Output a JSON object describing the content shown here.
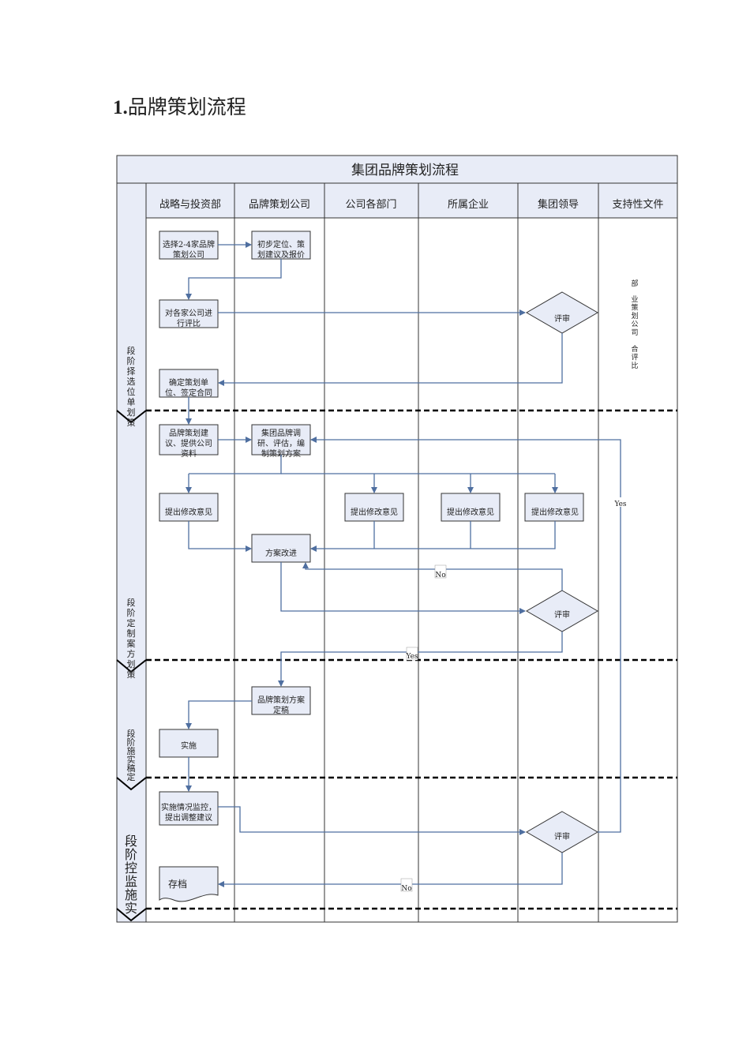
{
  "heading": {
    "number": "1.",
    "text": "品牌策划流程"
  },
  "chart_title": "集团品牌策划流程",
  "columns": [
    "战略与投资部",
    "品牌策划公司",
    "公司各部门",
    "所属企业",
    "集团领导",
    "支持性文件"
  ],
  "phases": [
    "段阶择选位单划策",
    "段阶定制案方划策",
    "段阶施实稿定",
    "段阶控监施实"
  ],
  "phase_chars": [
    [
      "段",
      "阶",
      "择",
      "选",
      "位",
      "单",
      "划",
      "策"
    ],
    [
      "段",
      "阶",
      "定",
      "制",
      "案",
      "方",
      "划",
      "策"
    ],
    [
      "段",
      "阶",
      "施",
      "实",
      "稿",
      "定"
    ],
    [
      "段",
      "阶",
      "控",
      "监",
      "施",
      "实"
    ]
  ],
  "boxes": {
    "select": [
      "选择2-4家品牌",
      "策划公司"
    ],
    "initial": [
      "初步定位、策",
      "划建议及报价"
    ],
    "compare": [
      "对各家公司进",
      "行评比"
    ],
    "confirm": [
      "确定策划单",
      "位、签定合同"
    ],
    "suggest": [
      "品牌策划建",
      "议、提供公司",
      "资料"
    ],
    "research": [
      "集团品牌调",
      "研、评估，编",
      "制策划方案"
    ],
    "opinion_strategy": [
      "提出修改意见"
    ],
    "opinion_dept": [
      "提出修改意见"
    ],
    "opinion_enterprise": [
      "提出修改意见"
    ],
    "opinion_leader": [
      "提出修改意见"
    ],
    "improve": [
      "方案改进"
    ],
    "finalize": [
      "品牌策划方案",
      "定稿"
    ],
    "implement": [
      "实施"
    ],
    "monitor": [
      "实施情况监控，",
      "提出调整建议"
    ],
    "archive": [
      "存档"
    ]
  },
  "decisions": {
    "review1": "评审",
    "review2": "评审",
    "review3": "评审"
  },
  "support_doc": {
    "col1": [
      "部"
    ],
    "col2": [
      "业",
      "策",
      "划",
      "公",
      "司",
      "",
      "合",
      "评",
      "比"
    ]
  },
  "labels": {
    "yes_support": "Yes",
    "no_improve": "No",
    "yes_finalize": "Yes",
    "no_archive": "No"
  }
}
